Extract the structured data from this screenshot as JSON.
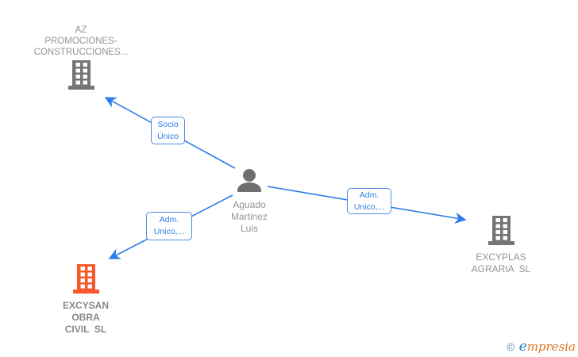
{
  "diagram": {
    "type": "company-ownership-network",
    "person": {
      "name": "Aguado\nMartinez\nLuis"
    },
    "companies": [
      {
        "id": "az-promociones",
        "label": "AZ\nPROMOCIONES-\nCONSTRUCCIONES...",
        "highlighted": false
      },
      {
        "id": "excyplas-agraria",
        "label": "EXCYPLAS\nAGRARIA  SL",
        "highlighted": false
      },
      {
        "id": "excysan-obra",
        "label": "EXCYSAN\nOBRA\nCIVIL  SL",
        "highlighted": true
      }
    ],
    "edges": [
      {
        "from": "person",
        "to": "az-promociones",
        "label": "Socio\nÚnico"
      },
      {
        "from": "person",
        "to": "excyplas-agraria",
        "label": "Adm.\nUnico,..."
      },
      {
        "from": "person",
        "to": "excysan-obra",
        "label": "Adm.\nUnico,..."
      }
    ],
    "colors": {
      "edge_blue": "#2b7ce9",
      "node_gray": "#757575",
      "highlight_orange": "#f8592a",
      "label_gray": "#949494"
    }
  },
  "watermark": {
    "copyright": "©",
    "brand_first": "e",
    "brand_rest": "mpresia"
  }
}
